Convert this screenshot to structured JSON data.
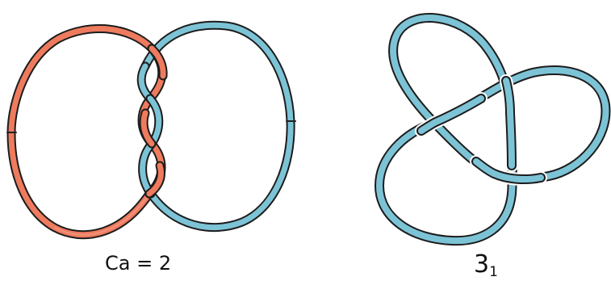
{
  "panels": {
    "left": {
      "label": "Ca = 2",
      "curve_colors": [
        "#EE7B5E",
        "#7DC3D6"
      ]
    },
    "right": {
      "label_base": "3",
      "label_sub": "1",
      "curve_color": "#7DC3D6"
    }
  },
  "colors": {
    "outline": "#1c1c1c",
    "red_tube": "#EE7B5E",
    "blue_tube": "#7DC3D6",
    "seam": "#222222"
  }
}
